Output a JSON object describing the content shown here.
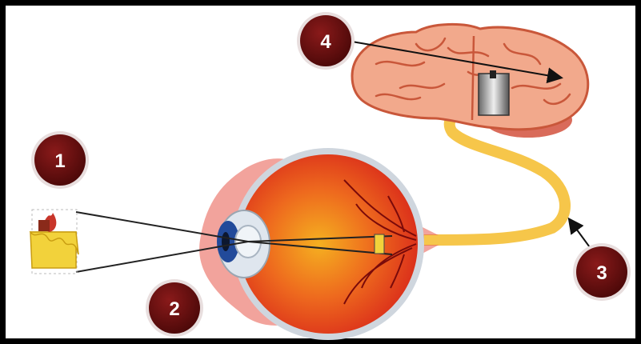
{
  "diagram": {
    "labels": [
      {
        "id": "1",
        "text": "1"
      },
      {
        "id": "2",
        "text": "2"
      },
      {
        "id": "3",
        "text": "3"
      },
      {
        "id": "4",
        "text": "4"
      }
    ]
  },
  "colors": {
    "badge_fill": "#5a0f0f",
    "badge_ring": "#e8dede",
    "eye_red": "#e63a1b",
    "eye_orange": "#f08a1c",
    "sclera_rim": "#cfd6de",
    "nerve_yellow": "#f6c64a",
    "brain_pink": "#f2a98c",
    "brain_line": "#c9573a",
    "candle_yellow": "#f2d23b",
    "flame_red": "#c8352a",
    "ray_line": "#222222"
  },
  "icons": [
    "candle-icon",
    "eye-icon",
    "optic-nerve",
    "brain-icon",
    "pointer-arrow"
  ]
}
